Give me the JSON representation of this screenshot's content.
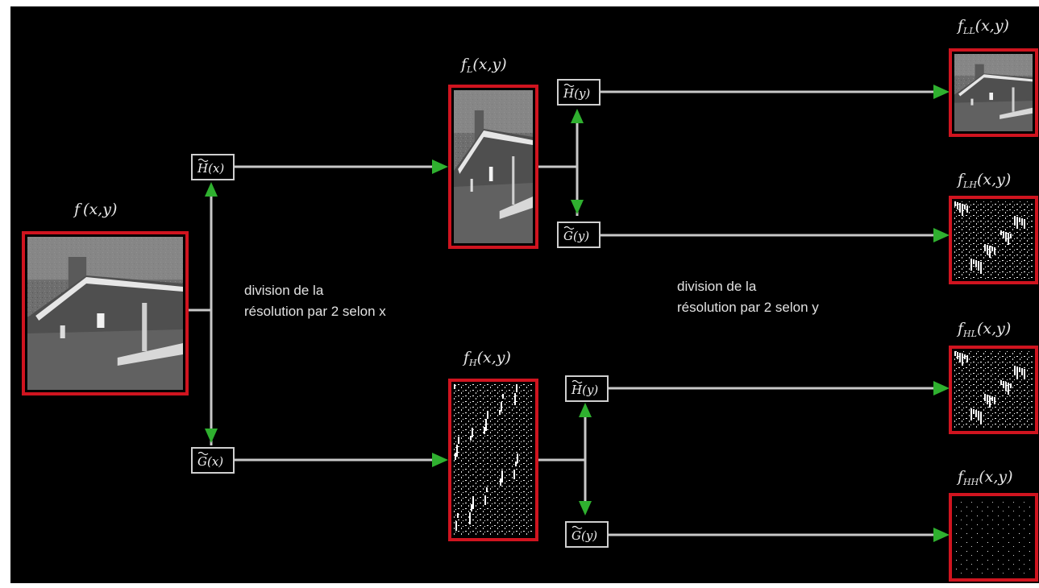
{
  "colors": {
    "background": "#000000",
    "frame": "#d0141f",
    "connector": "#c8c8c8",
    "arrowhead": "#2fb02f",
    "text": "#e6e6e6"
  },
  "images": {
    "input": {
      "label_main": "f",
      "label_sub": "",
      "label_args": "(x,y)",
      "content": "grayscale-house"
    },
    "L": {
      "label_main": "f",
      "label_sub": "L",
      "label_args": "(x,y)",
      "content": "grayscale-house-half-width"
    },
    "H": {
      "label_main": "f",
      "label_sub": "H",
      "label_args": "(x,y)",
      "content": "vertical-edge-detail"
    },
    "LL": {
      "label_main": "f",
      "label_sub": "LL",
      "label_args": "(x,y)",
      "content": "grayscale-house-quarter"
    },
    "LH": {
      "label_main": "f",
      "label_sub": "LH",
      "label_args": "(x,y)",
      "content": "horizontal-edge-detail"
    },
    "HL": {
      "label_main": "f",
      "label_sub": "HL",
      "label_args": "(x,y)",
      "content": "edge-detail"
    },
    "HH": {
      "label_main": "f",
      "label_sub": "HH",
      "label_args": "(x,y)",
      "content": "diagonal-edge-detail"
    }
  },
  "filters": {
    "hx": {
      "sym": "H",
      "var": "(x)",
      "mark": "tilde"
    },
    "gx": {
      "sym": "G",
      "var": "(x)",
      "mark": "tilde"
    },
    "hy_top": {
      "sym": "H",
      "var": "(y)",
      "mark": "tilde"
    },
    "gy_top": {
      "sym": "G",
      "var": "(y)",
      "mark": "tilde"
    },
    "hy_bot": {
      "sym": "H",
      "var": "(y)",
      "mark": "tilde"
    },
    "gy_bot": {
      "sym": "G",
      "var": "(y)",
      "mark": "tilde"
    }
  },
  "descriptions": {
    "x": {
      "line1": "division de la",
      "line2": "résolution par 2 selon x"
    },
    "y": {
      "line1": "division de la",
      "line2": "résolution par 2 selon y"
    }
  }
}
